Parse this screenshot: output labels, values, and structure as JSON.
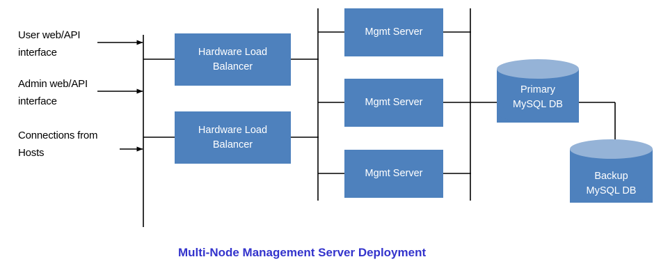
{
  "diagram": {
    "title": "Multi-Node Management Server Deployment",
    "title_color": "#3333CC",
    "background_color": "#ffffff",
    "node_fill_color": "#4E81BD",
    "cylinder_top_color": "#95B3D7",
    "node_text_color": "#ffffff",
    "line_color": "#000000",
    "entry_points": [
      {
        "id": "user-entry",
        "label": "User web/API\ninterface"
      },
      {
        "id": "admin-entry",
        "label": "Admin web/API\ninterface"
      },
      {
        "id": "hosts-entry",
        "label": "Connections from\nHosts"
      }
    ],
    "load_balancers": [
      {
        "id": "load-balancer-1",
        "label": "Hardware Load\nBalancer"
      },
      {
        "id": "load-balancer-2",
        "label": "Hardware Load\nBalancer"
      }
    ],
    "mgmt_servers": [
      {
        "id": "mgmt-server-1",
        "label": "Mgmt Server"
      },
      {
        "id": "mgmt-server-2",
        "label": "Mgmt Server"
      },
      {
        "id": "mgmt-server-3",
        "label": "Mgmt Server"
      }
    ],
    "databases": [
      {
        "id": "primary-db",
        "label": "Primary\nMySQL DB"
      },
      {
        "id": "backup-db",
        "label": "Backup\nMySQL DB"
      }
    ]
  }
}
